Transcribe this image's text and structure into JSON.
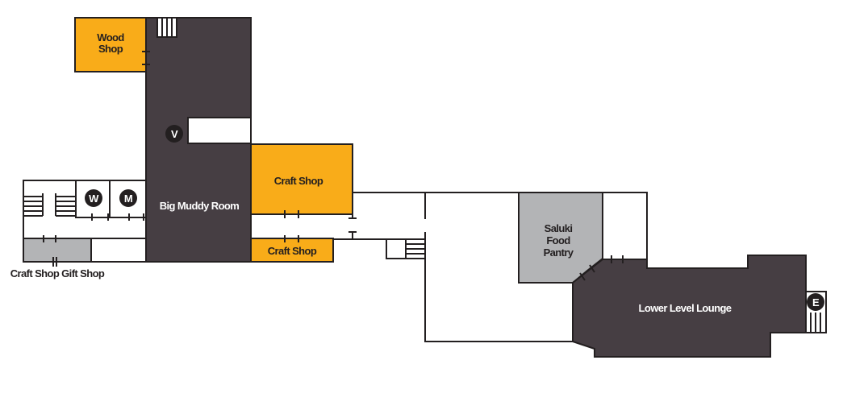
{
  "colors": {
    "room_dark": "#463e43",
    "room_shop": "#f9ac19",
    "room_gray": "#b3b4b6",
    "wall": "#231f20"
  },
  "rooms": {
    "wood_shop": [
      "Wood",
      "Shop"
    ],
    "big_muddy": "Big Muddy Room",
    "craft_shop_upper": "Craft Shop",
    "craft_shop_lower": "Craft Shop",
    "gift_shop": "Craft Shop Gift Shop",
    "pantry": [
      "Saluki",
      "Food",
      "Pantry"
    ],
    "lounge": "Lower Level Lounge"
  },
  "markers": {
    "vending": "V",
    "women": "W",
    "men": "M",
    "elevator": "E"
  }
}
